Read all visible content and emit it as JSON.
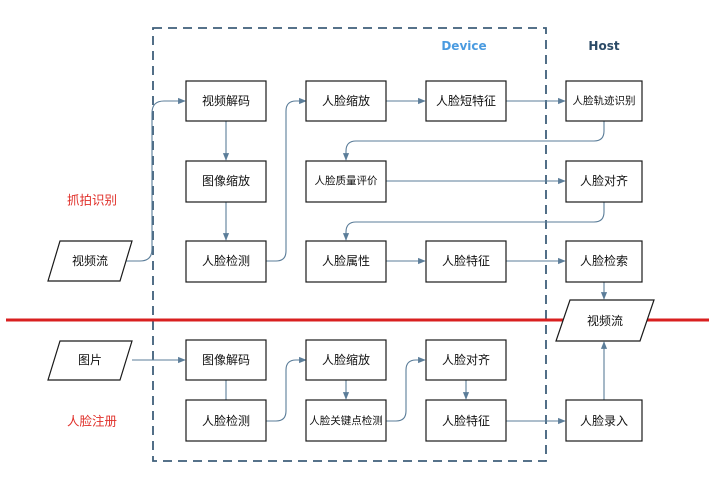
{
  "zones": {
    "device_label": "Device",
    "host_label": "Host",
    "colors": {
      "device": "#4a9be0",
      "host": "#2b4a66"
    }
  },
  "sections": {
    "capture_recognition": "抓拍识别",
    "face_registration": "人脸注册",
    "color": "#e0302a"
  },
  "capture": {
    "video_stream": "视频流",
    "video_decode": "视频解码",
    "image_scale": "图像缩放",
    "face_detect": "人脸检测",
    "face_scale": "人脸缩放",
    "face_short_feature": "人脸短特征",
    "face_track_recog": "人脸轨迹识别",
    "face_quality_eval": "人脸质量评价",
    "face_align": "人脸对齐",
    "face_attribute": "人脸属性",
    "face_feature": "人脸特征",
    "face_search": "人脸检索"
  },
  "register": {
    "picture": "图片",
    "image_decode": "图像解码",
    "face_detect": "人脸检测",
    "face_scale": "人脸缩放",
    "face_keypoint_detect": "人脸关键点检测",
    "face_align": "人脸对齐",
    "face_feature": "人脸特征",
    "face_enroll": "人脸录入",
    "video_stream_host": "视频流"
  }
}
